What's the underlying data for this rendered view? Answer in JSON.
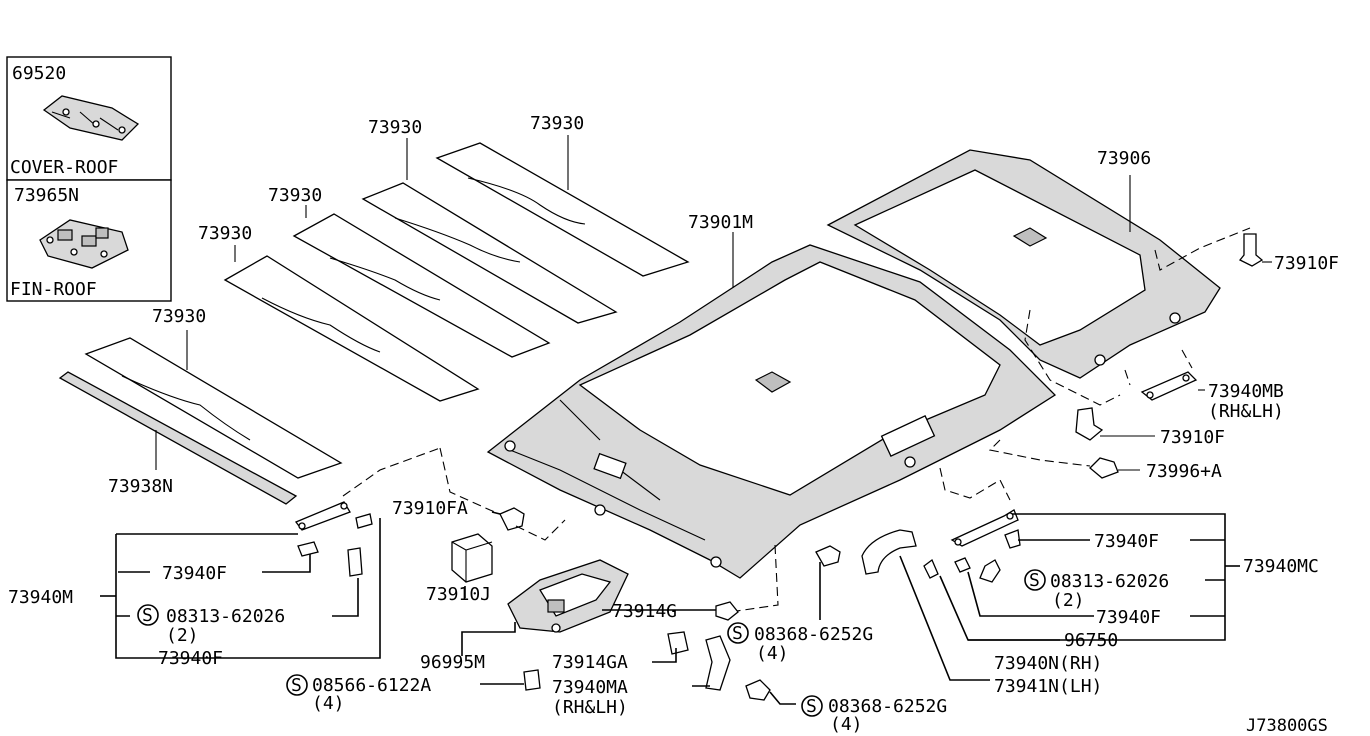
{
  "legend": {
    "box1": {
      "part_no": "69520",
      "name": "COVER-ROOF"
    },
    "box2": {
      "part_no": "73965N",
      "name": "FIN-ROOF"
    }
  },
  "labels": {
    "p73930_a": "73930",
    "p73930_b": "73930",
    "p73930_c": "73930",
    "p73930_d": "73930",
    "p73930_e": "73930",
    "p73938N": "73938N",
    "p73901M": "73901M",
    "p73906": "73906",
    "p73910F_a": "73910F",
    "p73940MB": "73940MB",
    "p73940MB_side": "(RH&LH)",
    "p73910F_b": "73910F",
    "p73996A": "73996+A",
    "p73910FA": "73910FA",
    "p73910J": "73910J",
    "p73940M": "73940M",
    "p73940F_l1": "73940F",
    "p08313_l": "08313-62026",
    "p08313_l_qty": "(2)",
    "p73940F_l2": "73940F",
    "p96995M": "96995M",
    "p73914G": "73914G",
    "p73914GA": "73914GA",
    "p08368_a": "08368-6252G",
    "p08368_a_qty": "(4)",
    "p08566": "08566-6122A",
    "p08566_qty": "(4)",
    "p73940MA": "73940MA",
    "p73940MA_side": "(RH&LH)",
    "p08368_b": "08368-6252G",
    "p08368_b_qty": "(4)",
    "p73940F_r1": "73940F",
    "p08313_r": "08313-62026",
    "p08313_r_qty": "(2)",
    "p73940F_r2": "73940F",
    "p96750": "96750",
    "p73940MC": "73940MC",
    "p73940N": "73940N(RH)",
    "p73941N": "73941N(LH)",
    "screw_symbol": "S"
  },
  "diagram_code": "J73800GS"
}
